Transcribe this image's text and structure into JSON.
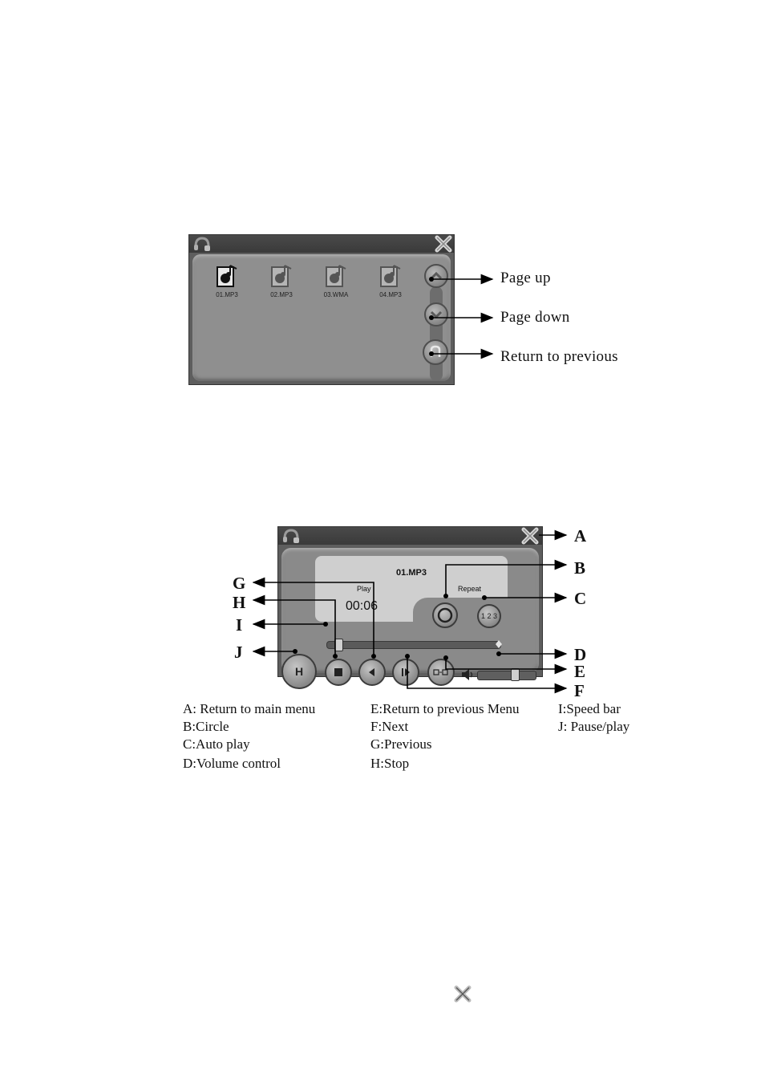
{
  "file_browser": {
    "files": [
      {
        "name": "01.MP3",
        "selected": true
      },
      {
        "name": "02.MP3",
        "selected": false
      },
      {
        "name": "03.WMA",
        "selected": false
      },
      {
        "name": "04.MP3",
        "selected": false
      }
    ],
    "callouts": {
      "page_up": "Page up",
      "page_down": "Page down",
      "return_previous": "Return to previous"
    }
  },
  "player": {
    "song_title": "01.MP3",
    "status": "Play",
    "time": "00:06",
    "repeat_label": "Repeat",
    "auto_play_glyph": "1 2 3",
    "progress_fraction": 0.04,
    "volume_fraction": 0.62,
    "pause_glyph": "H",
    "letters": [
      "A",
      "B",
      "C",
      "D",
      "E",
      "F",
      "G",
      "H",
      "I",
      "J"
    ]
  },
  "legend": {
    "col1": [
      "A: Return to main menu",
      "B:Circle",
      "C:Auto play",
      "D:Volume control"
    ],
    "col2": [
      "E:Return to previous Menu",
      "F:Next",
      "G:Previous",
      "H:Stop"
    ],
    "col3": [
      "I:Speed bar",
      "J: Pause/play"
    ]
  },
  "icons": {
    "app": "headphones-icon",
    "close": "close-icon",
    "file": "music-file-icon"
  }
}
